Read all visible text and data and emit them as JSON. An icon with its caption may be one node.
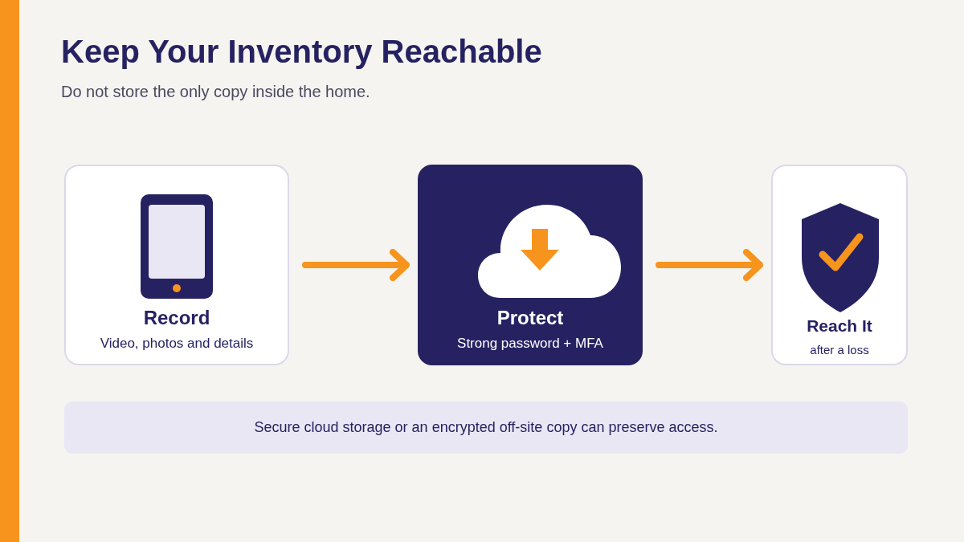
{
  "diagram": {
    "title": "Keep Your Inventory Reachable",
    "nodes": [
      {
        "text": [
          "Record",
          "Video, photos and details"
        ]
      },
      {
        "text": [
          "Protect",
          "Strong password + MFA"
        ]
      },
      {
        "text": [
          "Reach It",
          "after a loss"
        ]
      },
      {
        "text": [
          "Secure cloud storage or an encrypted off-site copy can preserve access."
        ]
      }
    ],
    "edges": [
      {
        "from": 0,
        "to": 1,
        "arrow": "to"
      },
      {
        "from": 1,
        "to": 2,
        "arrow": "to"
      }
    ],
    "labels": [
      "Do not store the only copy inside the home."
    ]
  }
}
